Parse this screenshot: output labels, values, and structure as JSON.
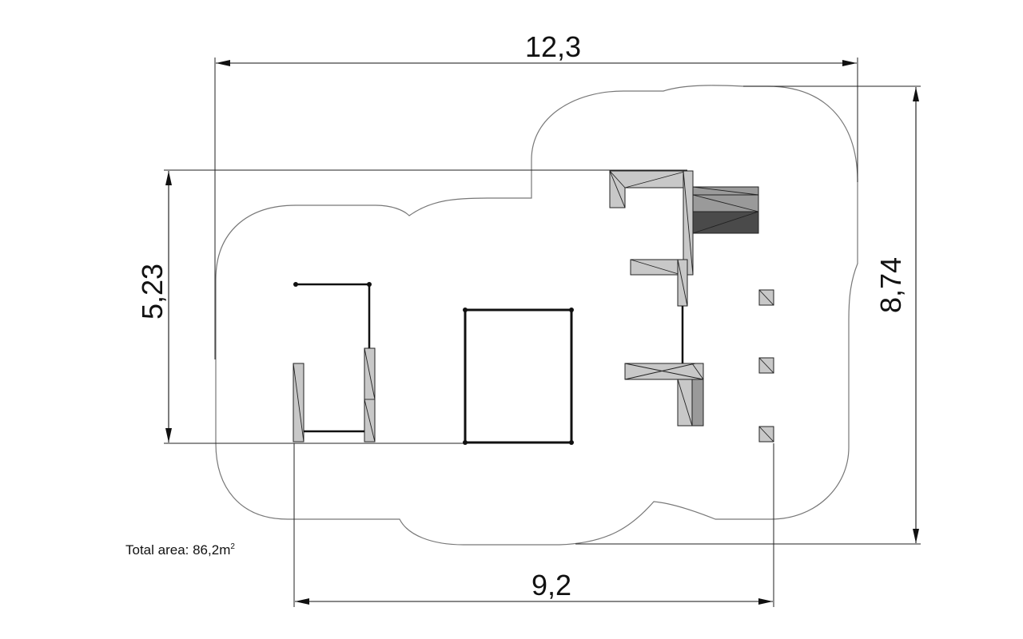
{
  "dimensions": {
    "total_width": "12,3",
    "total_height": "8,74",
    "equipment_height": "5,23",
    "equipment_width": "9,2"
  },
  "area": {
    "label": "Total area: 86,2m",
    "unit_superscript": "2"
  }
}
